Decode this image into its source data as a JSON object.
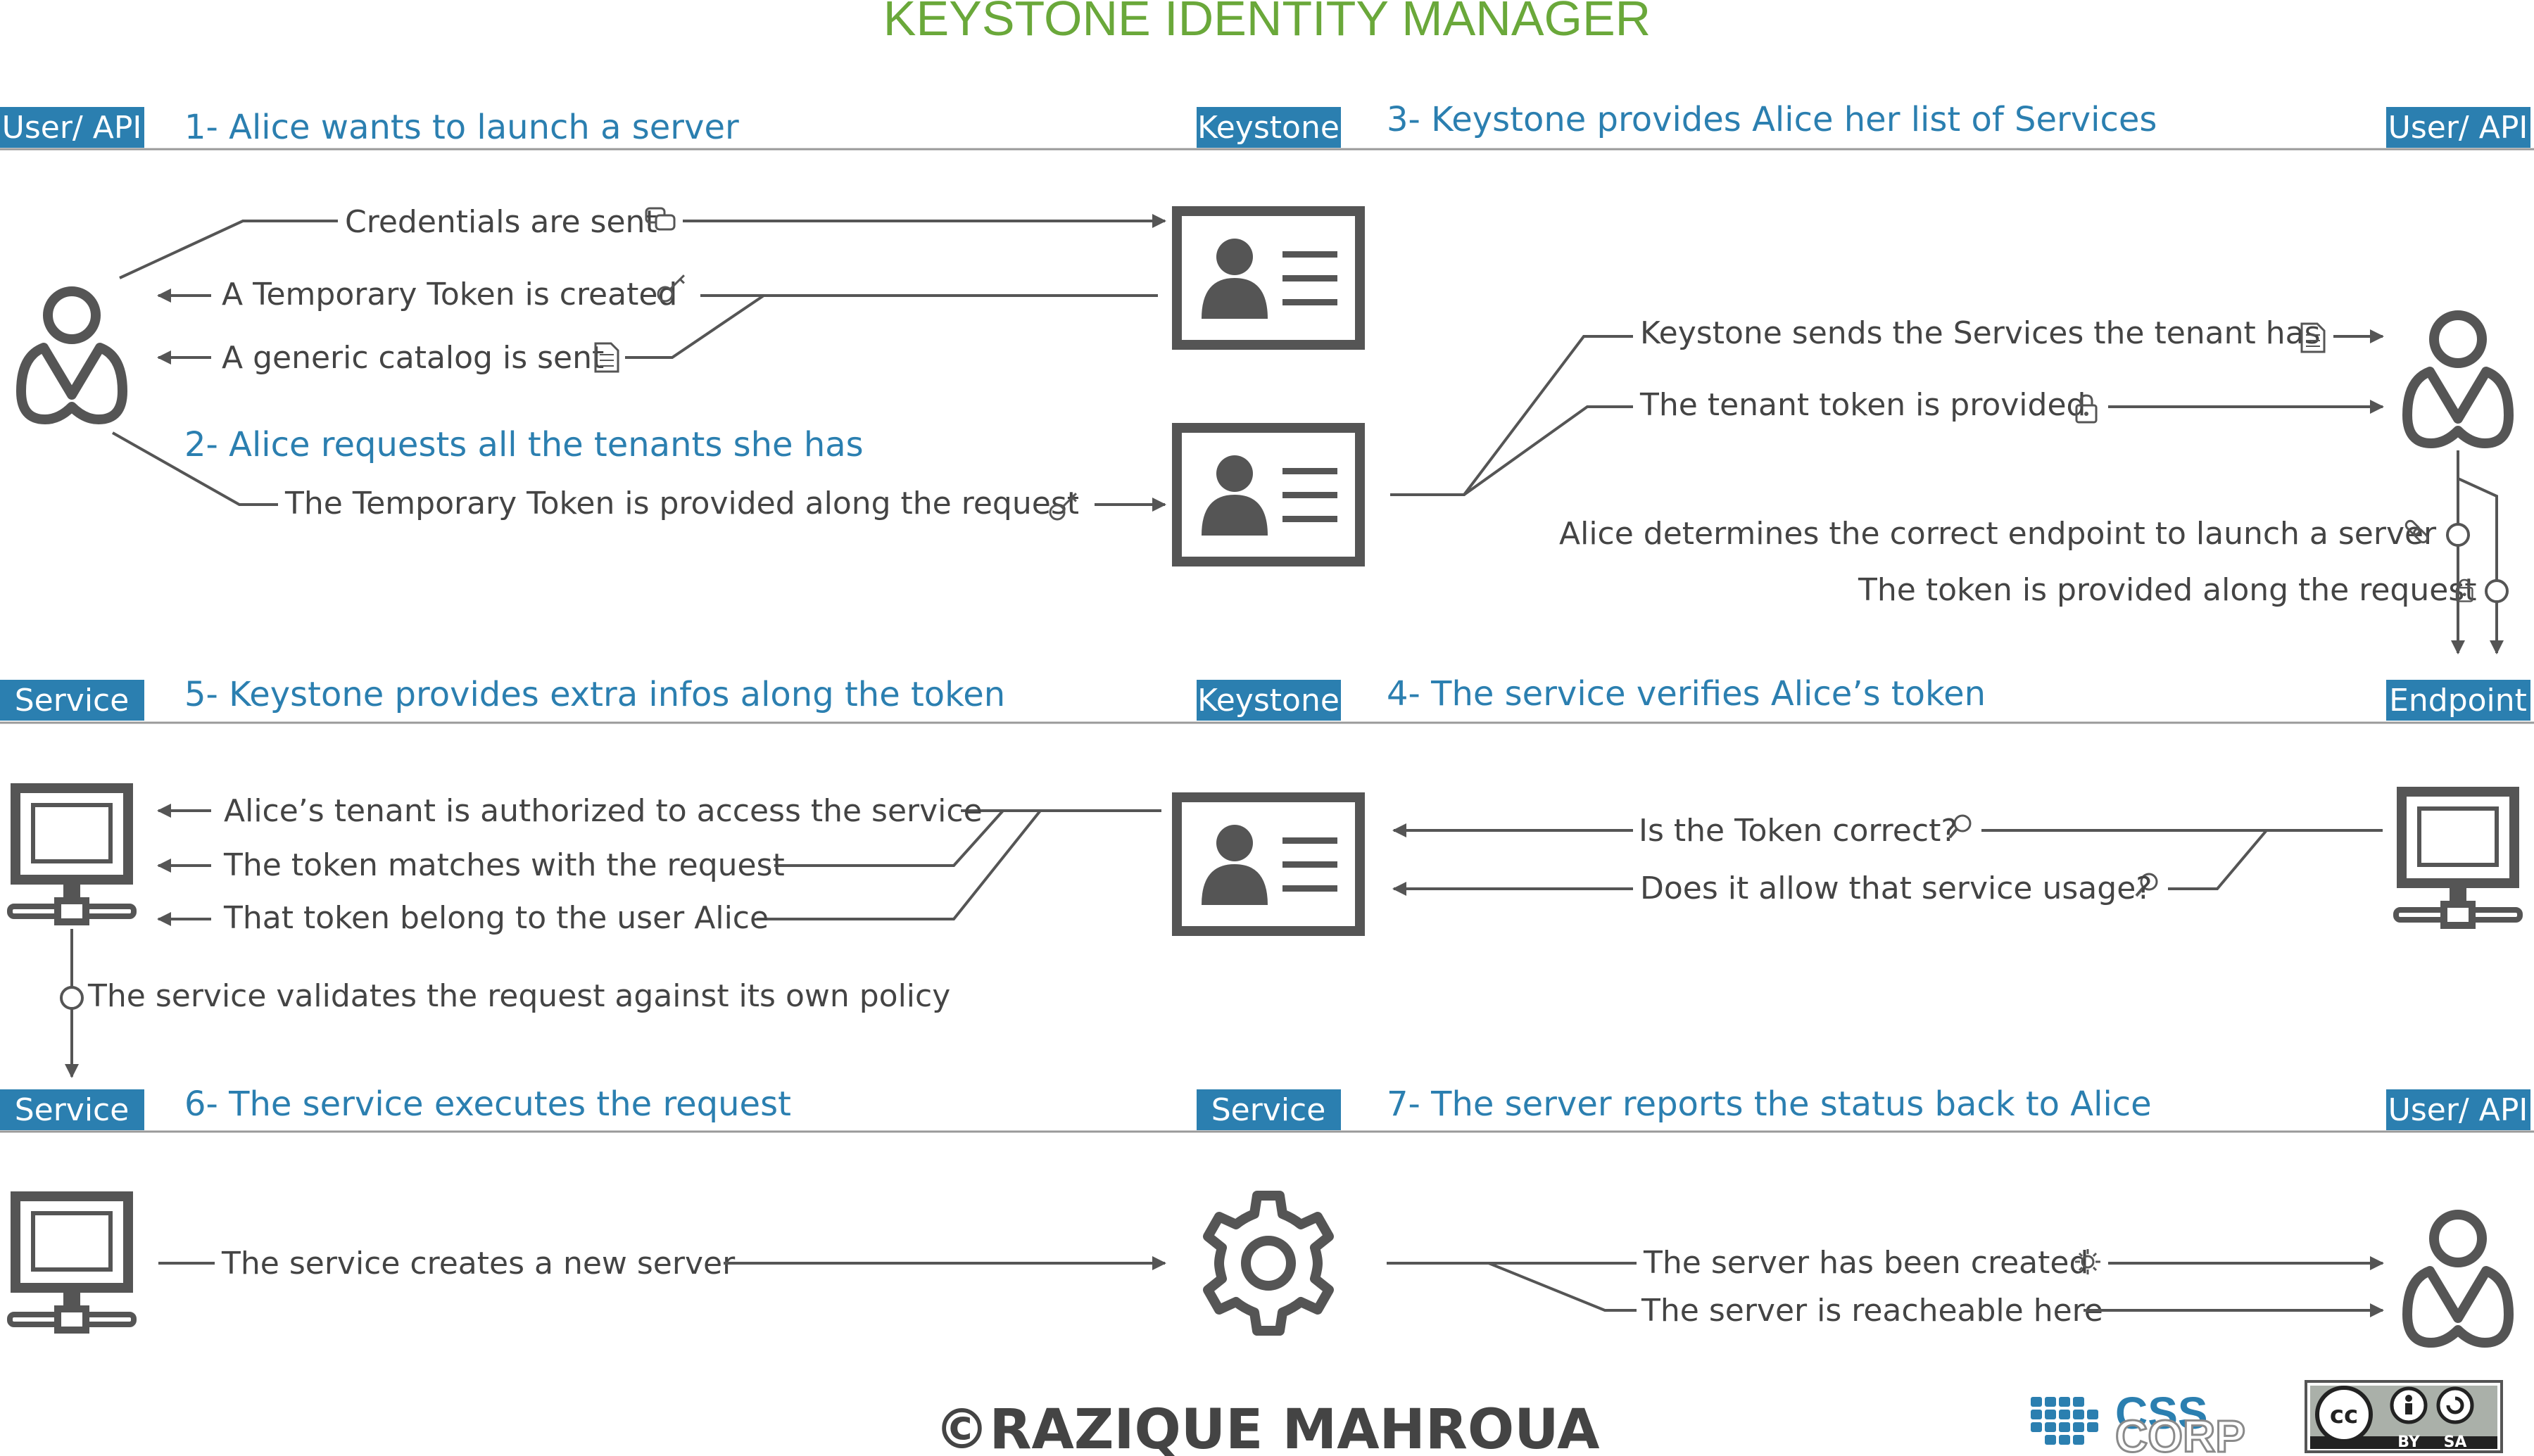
{
  "title": "KEYSTONE IDENTITY MANAGER",
  "copyright": "©RAZIQUE MAHROUA",
  "tags": {
    "user_api": "User/ API",
    "keystone": "Keystone",
    "service": "Service",
    "endpoint": "Endpoint"
  },
  "steps": {
    "s1": "1- Alice wants to launch a server",
    "s2": "2- Alice requests all the tenants she has",
    "s3": "3- Keystone provides Alice her list of Services",
    "s4": "4- The service verifies Alice’s token",
    "s5": "5- Keystone provides extra infos along the token",
    "s6": "6- The service executes the request",
    "s7": "7- The server reports the status back to Alice"
  },
  "messages": {
    "credentials": "Credentials are sent",
    "temp_token": "A Temporary Token is created",
    "catalog": "A generic catalog is sent",
    "temp_token_request": "The Temporary Token is provided along the request",
    "sends_services": "Keystone sends the Services the tenant has",
    "tenant_token": "The tenant token is provided",
    "endpoint": "Alice determines the correct endpoint to launch a server",
    "token_request": "The token is provided along the request",
    "token_correct": "Is the Token correct?",
    "allow_usage": "Does it allow that service usage?",
    "tenant_authorized": "Alice’s tenant is authorized to access the service",
    "token_matches": "The token matches with the request",
    "token_belong": "That token belong to the user Alice",
    "validates": "The service validates the request against its own policy",
    "creates_server": "The service creates a new server",
    "server_created": "The server has been created",
    "reachable": "The server is reacheable here"
  },
  "logos": {
    "css_top": "CSS",
    "css_bottom": "CORP",
    "cc_by": "BY",
    "cc_sa": "SA"
  },
  "colors": {
    "title": "#6aa83a",
    "accent": "#2b7fb0",
    "text": "#444444",
    "icon": "#555555"
  }
}
